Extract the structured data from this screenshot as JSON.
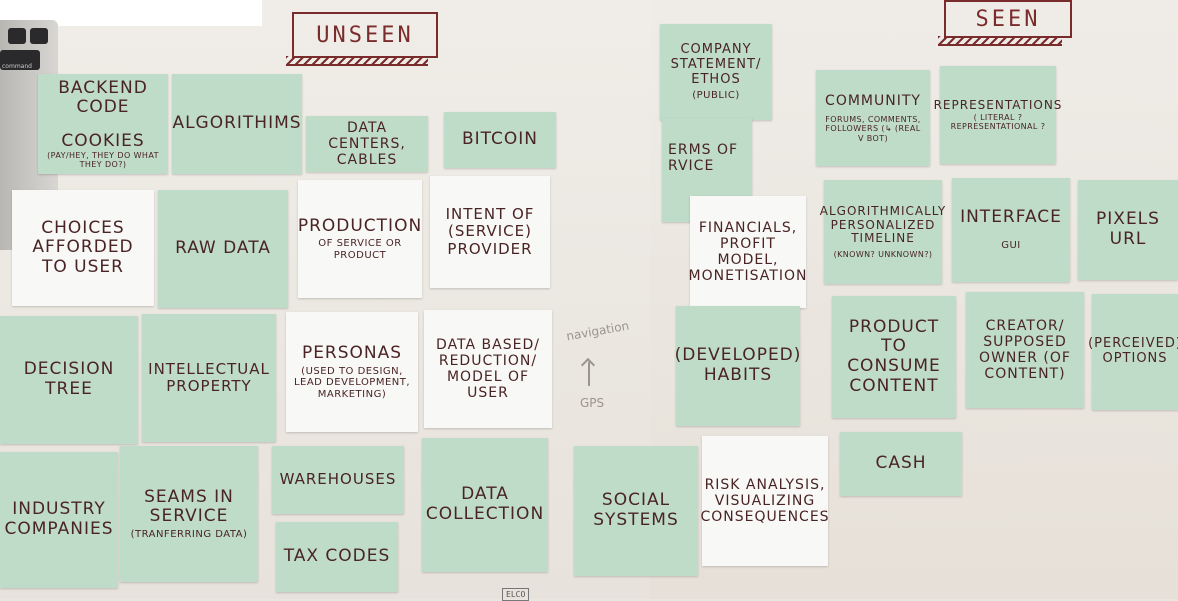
{
  "headers": {
    "unseen": "UNSEEN",
    "seen": "SEEN"
  },
  "laptop": {
    "command_key": "command"
  },
  "pencil": {
    "navigation": "navigation",
    "gps": "GPS"
  },
  "stamp": "ELCO",
  "notes": [
    {
      "id": "backend",
      "big": "BACKEND CODE",
      "small": "COOKIES",
      "tiny": "(pay/hey, they do what they do?)"
    },
    {
      "id": "algorithims",
      "big": "ALGORITHIMS"
    },
    {
      "id": "datacenters",
      "big": "DATA CENTERS, CABLES"
    },
    {
      "id": "bitcoin",
      "big": "BITCOIN"
    },
    {
      "id": "company",
      "big": "COMPANY STATEMENT/ ETHOS",
      "small": "(PUBLIC)"
    },
    {
      "id": "community",
      "big": "COMMUNITY",
      "small": "FORUMS, COMMENTS, FOLLOWERS (↳ (REAL V BOT)"
    },
    {
      "id": "representations",
      "big": "REPRESENTATIONS",
      "small": "( LITERAL ? REPRESENTATIONAL ?"
    },
    {
      "id": "choices",
      "big": "CHOICES AFFORDED TO USER"
    },
    {
      "id": "rawdata",
      "big": "RAW DATA"
    },
    {
      "id": "production",
      "big": "PRODUCTION",
      "small": "OF SERVICE OR PRODUCT"
    },
    {
      "id": "intent",
      "big": "INTENT OF (SERVICE) PROVIDER"
    },
    {
      "id": "terms",
      "big": "ERMS OF RVICE"
    },
    {
      "id": "financials",
      "big": "FINANCIALS, PROFIT MODEL, MONETISATION"
    },
    {
      "id": "algopers",
      "big": "ALGORITHMICALLY PERSONALIZED TIMELINE",
      "small": "(KNOWN? UNKNOWN?)"
    },
    {
      "id": "interface",
      "big": "INTERFACE",
      "small": "GUI"
    },
    {
      "id": "pixels",
      "big": "PIXELS URL"
    },
    {
      "id": "decision",
      "big": "DECISION TREE"
    },
    {
      "id": "intellectual",
      "big": "INTELLECTUAL PROPERTY"
    },
    {
      "id": "personas",
      "big": "PERSONAS",
      "small": "(USED TO DESIGN, LEAD DEVELOPMENT, MARKETING)"
    },
    {
      "id": "databased",
      "big": "DATA BASED/ REDUCTION/ MODEL OF USER"
    },
    {
      "id": "habits",
      "big": "(DEVELOPED) HABITS"
    },
    {
      "id": "product",
      "big": "PRODUCT TO CONSUME CONTENT"
    },
    {
      "id": "creator",
      "big": "CREATOR/ SUPPOSED OWNER (OF CONTENT)"
    },
    {
      "id": "perceived",
      "big": "(PERCEIVED) OPTIONS"
    },
    {
      "id": "industry",
      "big": "INDUSTRY COMPANIES"
    },
    {
      "id": "seams",
      "big": "SEAMS IN SERVICE",
      "small": "(TRANFERRING DATA)"
    },
    {
      "id": "warehouses",
      "big": "WAREHOUSES"
    },
    {
      "id": "taxcodes",
      "big": "TAX CODES"
    },
    {
      "id": "datacollection",
      "big": "DATA COLLECTION"
    },
    {
      "id": "social",
      "big": "SOCIAL SYSTEMS"
    },
    {
      "id": "risk",
      "big": "RISK ANALYSIS, VISUALIZING CONSEQUENCES"
    },
    {
      "id": "cash",
      "big": "CASH"
    }
  ]
}
